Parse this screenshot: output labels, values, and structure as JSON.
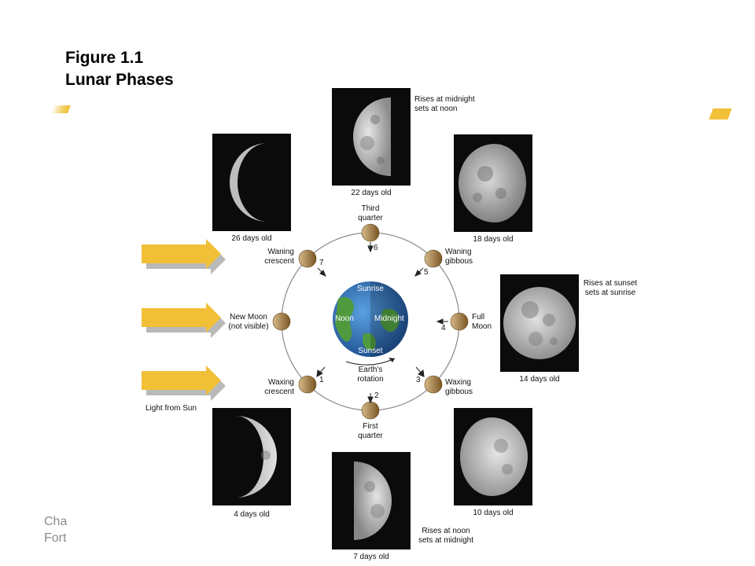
{
  "title": {
    "line1": "Figure 1.1",
    "line2": "Lunar Phases"
  },
  "footer": {
    "line1": "Cha",
    "line2": "Fort"
  },
  "sun_label": "Light from Sun",
  "earth": {
    "sunrise": "Sunrise",
    "noon": "Noon",
    "midnight": "Midnight",
    "sunset": "Sunset",
    "rotation": "Earth's\nrotation"
  },
  "phases": [
    {
      "number": "1",
      "name": "Waxing\ncrescent"
    },
    {
      "number": "2",
      "name": "First\nquarter"
    },
    {
      "number": "3",
      "name": "Waxing\ngibbous"
    },
    {
      "number": "4",
      "name": "Full\nMoon"
    },
    {
      "number": "5",
      "name": "Waning\ngibbous"
    },
    {
      "number": "6",
      "name": "Third\nquarter"
    },
    {
      "number": "7",
      "name": "Waning\ncrescent"
    },
    {
      "number": "",
      "name": "New Moon\n(not visible)"
    }
  ],
  "photos": [
    {
      "age": "4 days old"
    },
    {
      "age": "7 days old",
      "note": "Rises at noon\nsets at midnight"
    },
    {
      "age": "10 days old"
    },
    {
      "age": "14 days old",
      "note": "Rises at sunset\nsets at sunrise"
    },
    {
      "age": "18 days old"
    },
    {
      "age": "22 days old",
      "note": "Rises at midnight\nsets at noon"
    },
    {
      "age": "26 days old"
    }
  ],
  "colors": {
    "sun_arrow": "#f2c037",
    "arrow_shadow": "#b9b9b9",
    "moon_lit": "#f3e6c8",
    "moon_dark": "#6b4b1e",
    "orbit": "#888888",
    "earth_ocean": "#2e6fb6",
    "earth_land": "#4f9a3f"
  }
}
